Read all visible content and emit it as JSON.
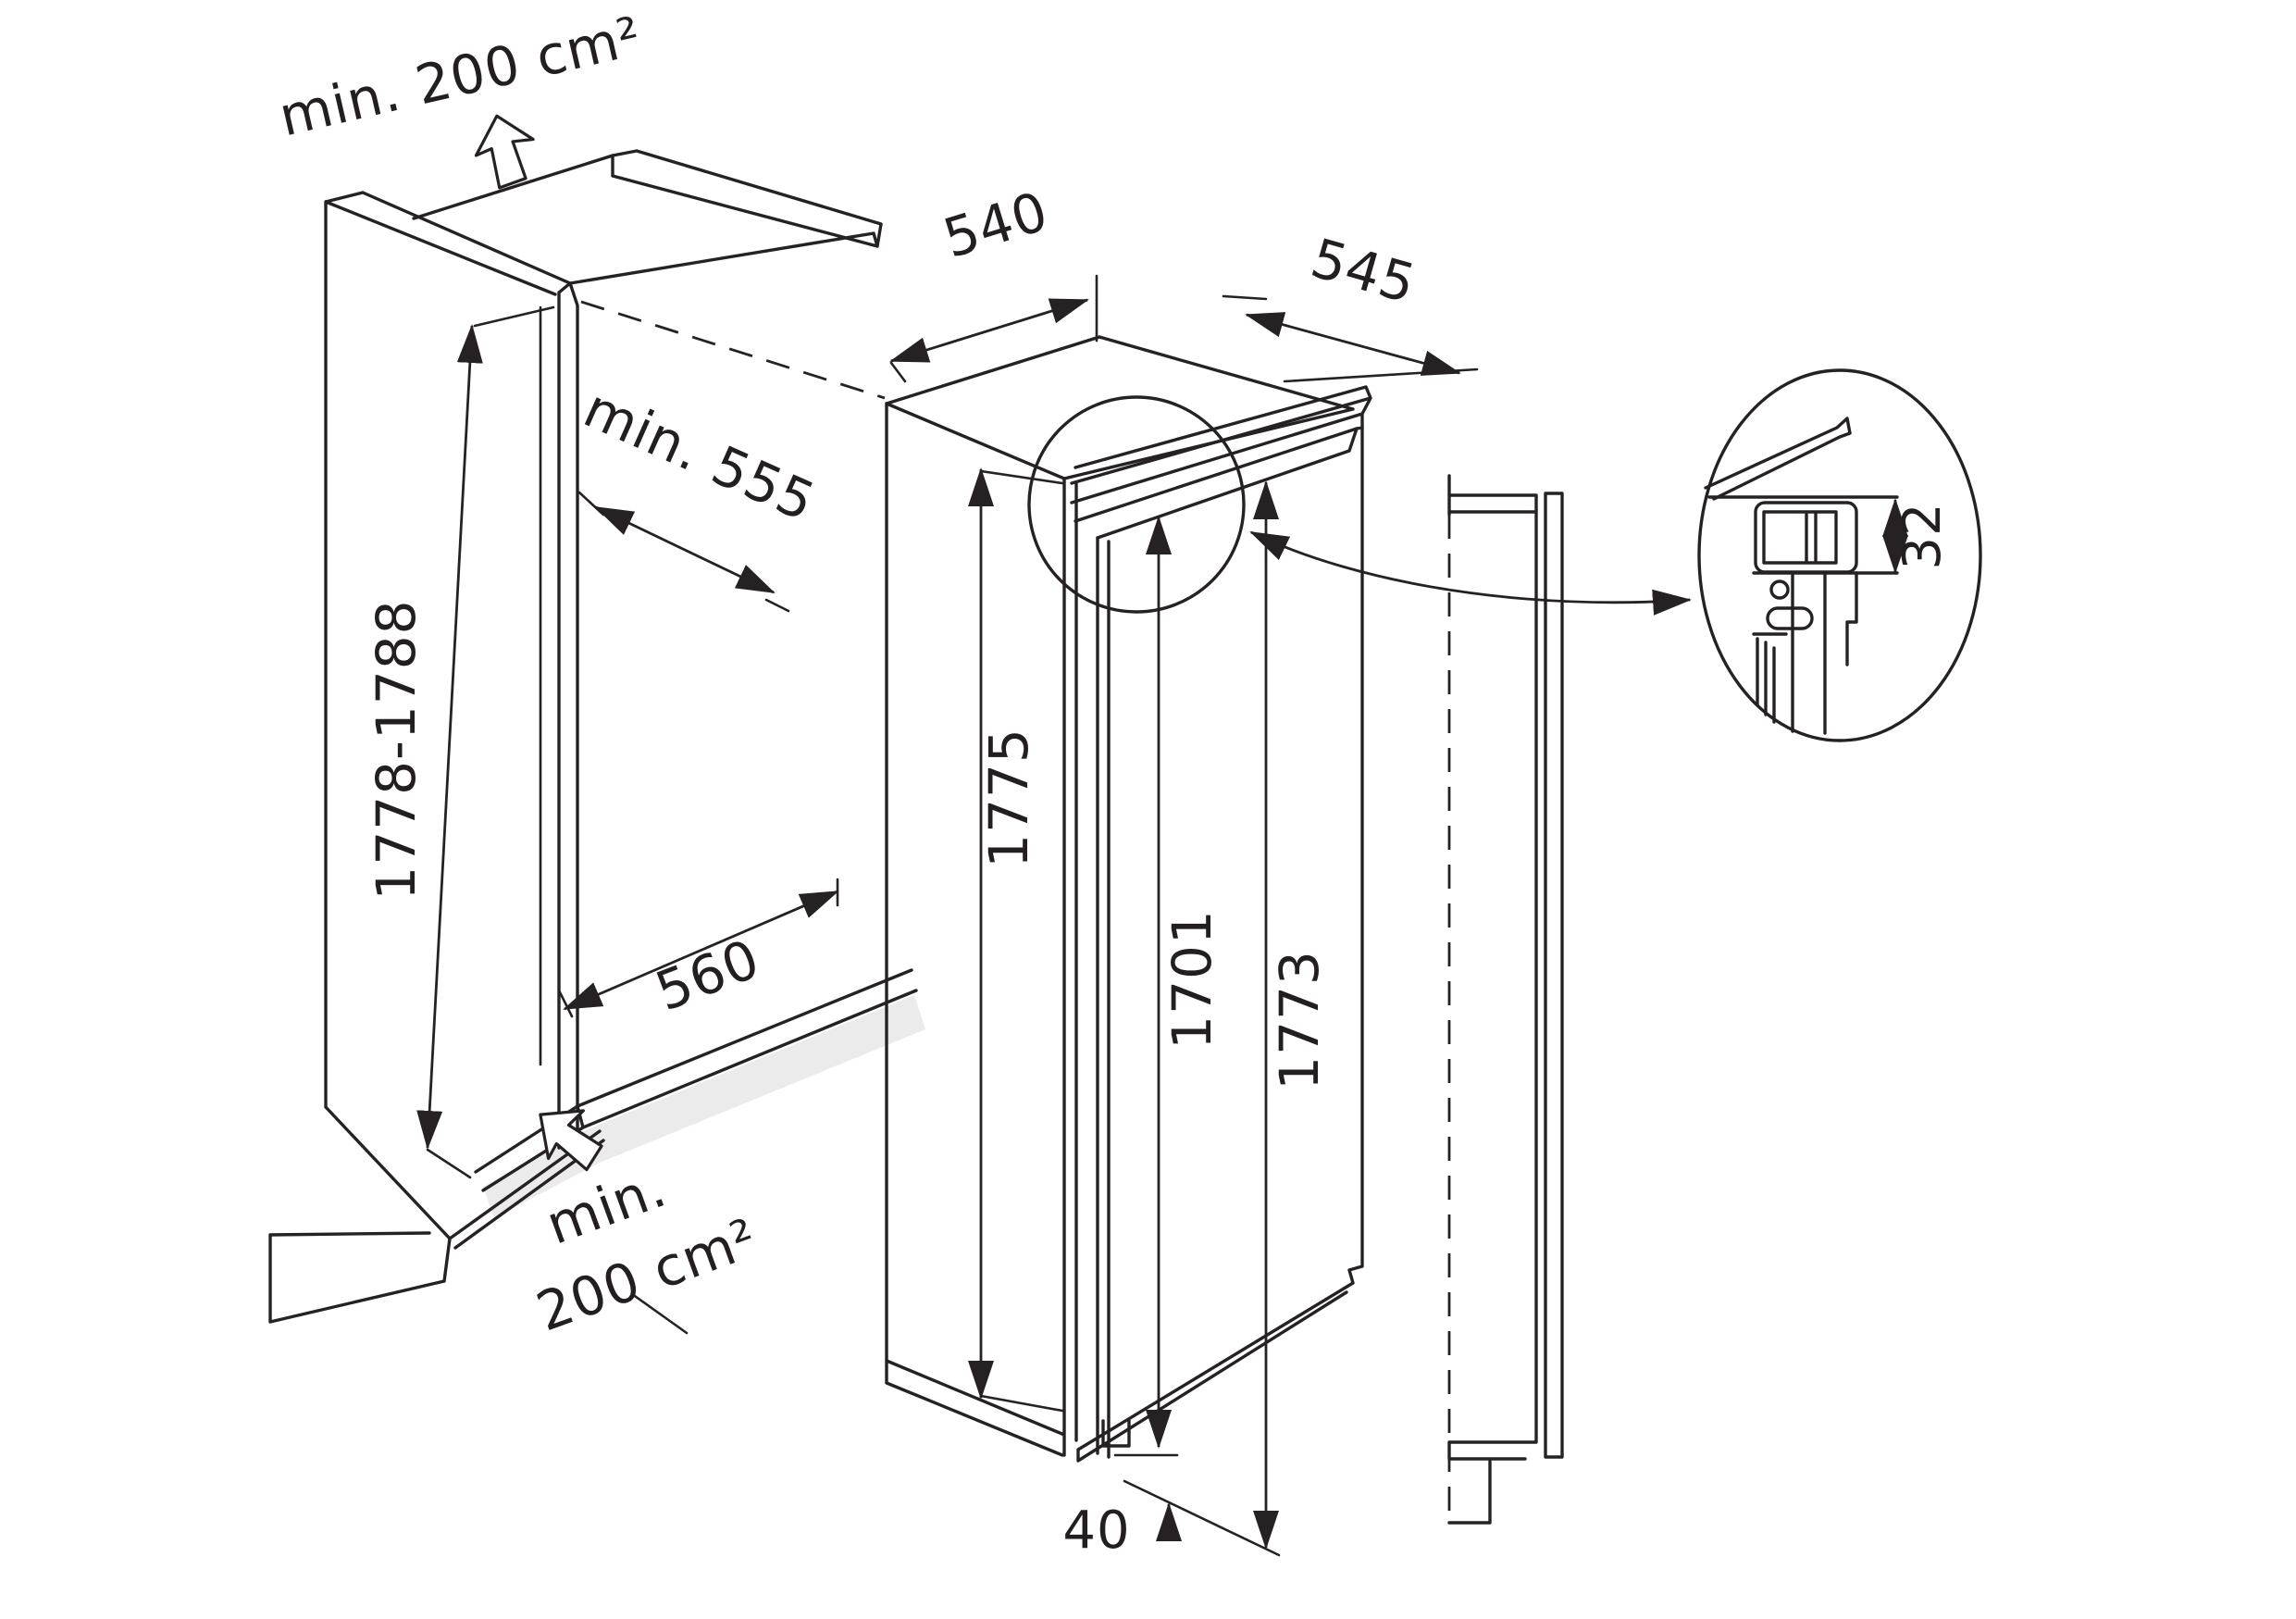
{
  "diagram": {
    "top_vent_label": "min. 200 cm²",
    "bottom_vent_label_line1": "min.",
    "bottom_vent_label_line2": "200 cm²",
    "niche": {
      "height_range": "1778-1788",
      "depth_min": "min. 555",
      "width": "560"
    },
    "appliance": {
      "recess_width": "540",
      "depth": "545",
      "height": "1775",
      "door_height": "1701",
      "front_height": "1773",
      "bottom_clearance": "40"
    },
    "hinge_detail": {
      "overlap": "32"
    }
  }
}
